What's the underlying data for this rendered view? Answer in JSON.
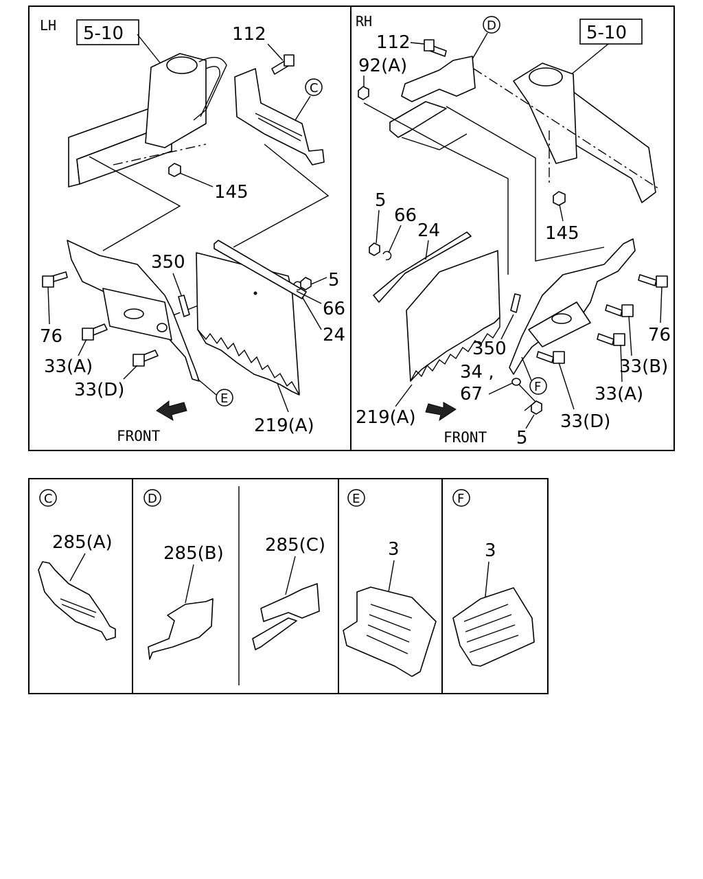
{
  "main": {
    "lh": {
      "side_label": "LH",
      "ref_box": "5-10",
      "front_label": "FRONT",
      "parts": {
        "p112": "112",
        "p145": "145",
        "p350": "350",
        "p5": "5",
        "p66": "66",
        "p24": "24",
        "p76": "76",
        "p33a": "33(A)",
        "p33d": "33(D)",
        "p219a": "219(A)"
      },
      "callouts": {
        "c": "C",
        "e": "E"
      }
    },
    "rh": {
      "side_label": "RH",
      "ref_box": "5-10",
      "front_label": "FRONT",
      "parts": {
        "p112": "112",
        "p92a": "92(A)",
        "p5a": "5",
        "p66": "66",
        "p24": "24",
        "p145": "145",
        "p76": "76",
        "p33b": "33(B)",
        "p350": "350",
        "p34": "34 ,",
        "p67": "67",
        "p33a": "33(A)",
        "p219a": "219(A)",
        "p33d": "33(D)",
        "p5b": "5"
      },
      "callouts": {
        "d": "D",
        "f": "F"
      }
    }
  },
  "details": {
    "c": {
      "letter": "C",
      "part": "285(A)"
    },
    "d1": {
      "letter": "D",
      "part": "285(B)"
    },
    "d2": {
      "part": "285(C)"
    },
    "e": {
      "letter": "E",
      "part": "3"
    },
    "f": {
      "letter": "F",
      "part": "3"
    }
  }
}
